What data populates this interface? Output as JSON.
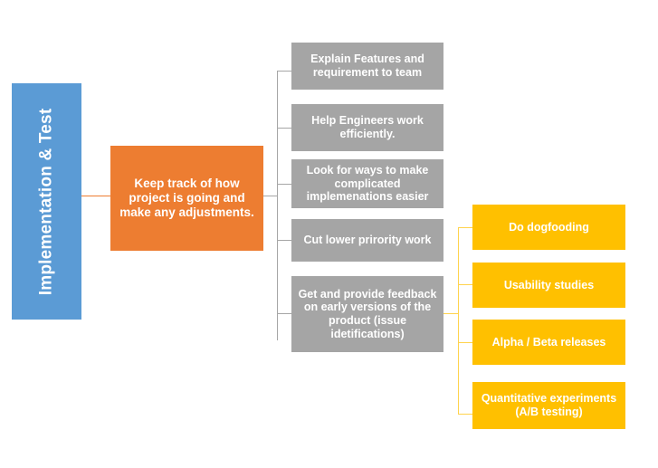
{
  "diagram": {
    "title": "Implementation & Test phase breakdown",
    "background": "#ffffff",
    "colors": {
      "phase": "#5B9BD5",
      "goal": "#ED7D31",
      "task": "#A5A5A5",
      "subtask": "#FFC000",
      "connector_orange": "#ED7D31",
      "connector_gray": "#A6A6A6",
      "connector_yellow": "#FFD34D",
      "node_text": "#FFFFFF"
    }
  },
  "phase": {
    "label": "Implementation & Test"
  },
  "goal": {
    "label": "Keep track of how project is going and make any adjustments."
  },
  "tasks": [
    {
      "label": "Explain Features and requirement to team"
    },
    {
      "label": "Help Engineers work efficiently."
    },
    {
      "label": "Look for ways to make complicated implemenations easier"
    },
    {
      "label": "Cut lower prirority work"
    },
    {
      "label": "Get and provide feedback on early versions of the product (issue idetifications)"
    }
  ],
  "subtasks": [
    {
      "label": "Do dogfooding"
    },
    {
      "label": "Usability studies"
    },
    {
      "label": "Alpha / Beta releases"
    },
    {
      "label": "Quantitative experiments (A/B testing)"
    }
  ]
}
